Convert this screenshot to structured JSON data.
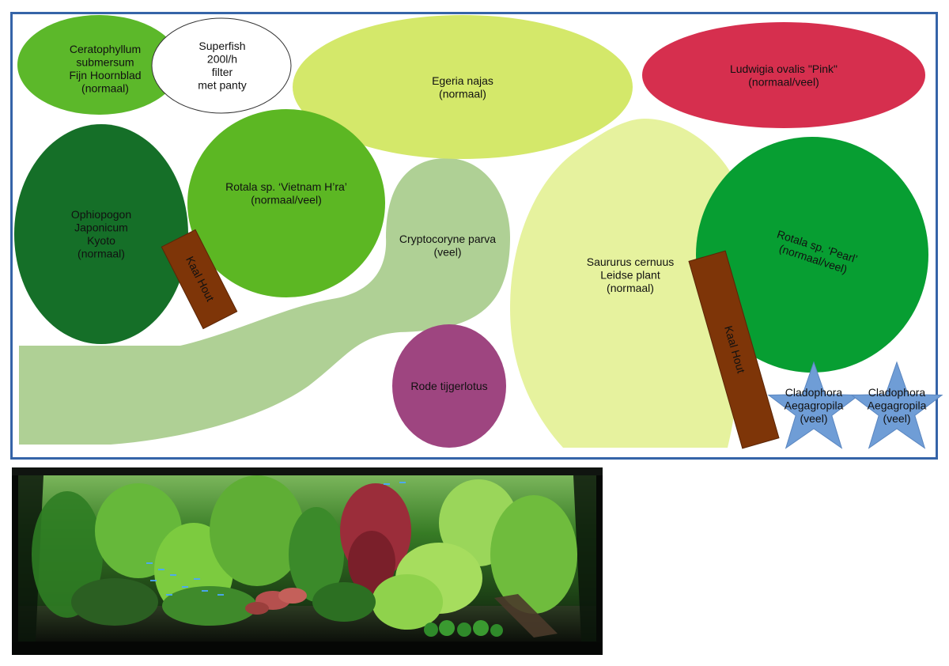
{
  "plants": [
    {
      "id": "ceratophyllum",
      "color": "#5cb82a",
      "lines": [
        "Ceratophyllum",
        "submersum",
        "Fijn Hoornblad",
        "(normaal)"
      ]
    },
    {
      "id": "superfish-filter",
      "color": "#ffffff",
      "lines": [
        "Superfish",
        "200l/h",
        "filter",
        "met panty"
      ]
    },
    {
      "id": "egeria-najas",
      "color": "#d4e86a",
      "lines": [
        "Egeria najas",
        "(normaal)"
      ]
    },
    {
      "id": "ludwigia-ovalis",
      "color": "#d62f4e",
      "lines": [
        "Ludwigia ovalis \"Pink\"",
        "(normaal/veel)"
      ]
    },
    {
      "id": "ophiopogon",
      "color": "#156f28",
      "lines": [
        "Ophiopogon",
        "Japonicum",
        "Kyoto",
        "(normaal)"
      ]
    },
    {
      "id": "rotala-vietnam",
      "color": "#5cb723",
      "lines": [
        "Rotala sp. ‘Vietnam H’ra’",
        "(normaal/veel)"
      ]
    },
    {
      "id": "cryptocoryne-parva",
      "color": "#afd095",
      "lines": [
        "Cryptocoryne parva",
        "(veel)"
      ]
    },
    {
      "id": "saururus-cernuus",
      "color": "#e6f29e",
      "lines": [
        "Saururus cernuus",
        "Leidse plant",
        "(normaal)"
      ]
    },
    {
      "id": "rotala-pearl",
      "color": "#079e32",
      "lines": [
        "Rotala sp. ‘Pearl’",
        "(normaal/veel)"
      ]
    },
    {
      "id": "rode-tijgerlotus",
      "color": "#9e4580",
      "lines": [
        "Rode tijgerlotus"
      ]
    },
    {
      "id": "cladophora-1",
      "color": "#6f9dd6",
      "lines": [
        "Cladophora",
        "Aegagropila",
        "(veel)"
      ]
    },
    {
      "id": "cladophora-2",
      "color": "#6f9dd6",
      "lines": [
        "Cladophora",
        "Aegagropila",
        "(veel)"
      ]
    }
  ],
  "wood": [
    {
      "id": "kaal-hout-1",
      "color": "#7e3508",
      "label": "Kaal Hout"
    },
    {
      "id": "kaal-hout-2",
      "color": "#7e3508",
      "label": "Kaal Hout"
    }
  ],
  "frame_color": "#3564a8"
}
